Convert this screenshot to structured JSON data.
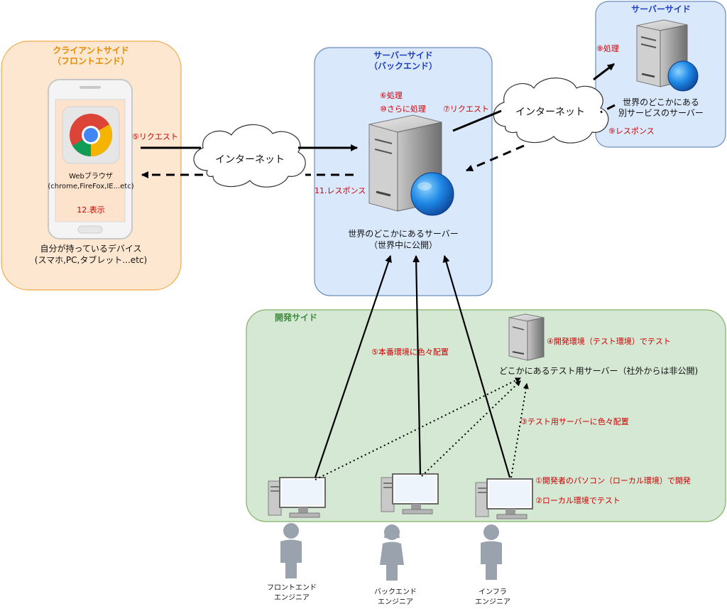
{
  "client_panel": {
    "title_line1": "クライアントサイド",
    "title_line2": "（フロントエンド）",
    "browser_line1": "Webブラウザ",
    "browser_line2": "(chrome,FireFox,IE...etc)",
    "display": "12.表示",
    "device_line1": "自分が持っているデバイス",
    "device_line2": "(スマホ,PC,タブレット...etc)"
  },
  "server_panel": {
    "title_line1": "サーバーサイド",
    "title_line2": "（バックエンド）",
    "process": "⑥処理",
    "further_process": "⑩さらに処理",
    "server_line1": "世界のどこかにあるサーバー",
    "server_line2": "（世界中に公開）"
  },
  "external_panel": {
    "title": "サーバーサイド",
    "process": "⑧処理",
    "server_line1": "世界のどこかにある",
    "server_line2": "別サービスのサーバー"
  },
  "dev_panel": {
    "title": "開発サイド",
    "dev_env_test": "④開発環境（テスト環境）でテスト",
    "test_server": "どこかにあるテスト用サーバー（社外からは非公開)",
    "deploy_prod": "⑤本番環境に色々配置",
    "deploy_test": "③テスト用サーバーに色々配置",
    "develop_local": "①開発者のパソコン（ローカル環境）で開発",
    "test_local": "②ローカル環境でテスト"
  },
  "clouds": {
    "left": "インターネット",
    "right": "インターネット"
  },
  "arrows": {
    "request1": "⑤リクエスト",
    "response11": "11.レスポンス",
    "request7": "⑦リクエスト",
    "response9": "⑨レスポンス"
  },
  "people": {
    "frontend_line1": "フロントエンド",
    "frontend_line2": "エンジニア",
    "backend_line1": "バックエンド",
    "backend_line2": "エンジニア",
    "infra_line1": "インフラ",
    "infra_line2": "エンジニア"
  },
  "colors": {
    "client_fill": "#fde7d0",
    "client_stroke": "#f0a948",
    "client_title": "#e68a00",
    "server_fill": "#dae8fc",
    "server_stroke": "#6c8ebf",
    "server_title": "#1f3fbf",
    "dev_fill": "#d5e8d4",
    "dev_stroke": "#82b366",
    "dev_title": "#3d8a3d",
    "accent_red": "#cc0000"
  },
  "icons": [
    "smartphone-icon",
    "chrome-icon",
    "server-icon",
    "globe-icon",
    "cloud-icon",
    "desktop-computer-icon",
    "person-icon"
  ]
}
